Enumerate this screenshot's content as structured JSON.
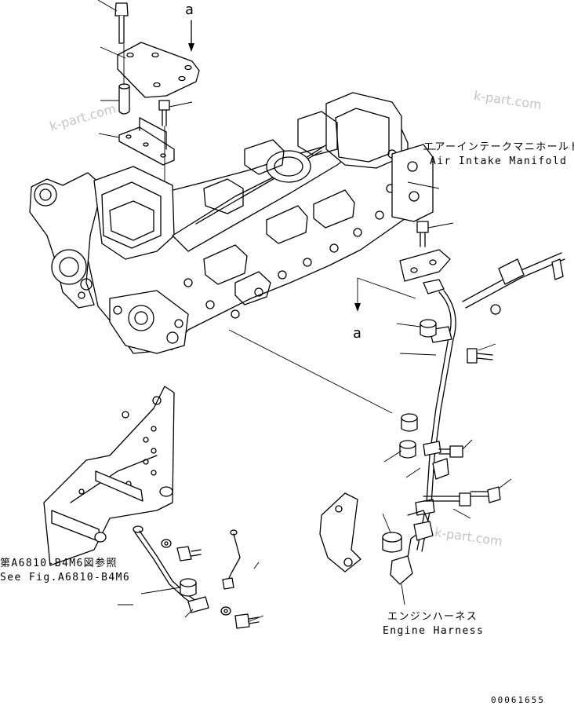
{
  "labels": {
    "air_intake_jp": "エアーインテークマニホールド",
    "air_intake_en": "Air Intake Manifold",
    "engine_harness_jp": "エンジンハーネス",
    "engine_harness_en": "Engine Harness",
    "see_fig_jp": "第A6810-B4M6図参照",
    "see_fig_en": "See Fig.A6810-B4M6",
    "view_arrow_top": "a",
    "view_arrow_mid": "a",
    "drawing_number": "00061655"
  },
  "watermarks": [
    "k-part.com",
    "k-part.com",
    "k-part.com"
  ]
}
